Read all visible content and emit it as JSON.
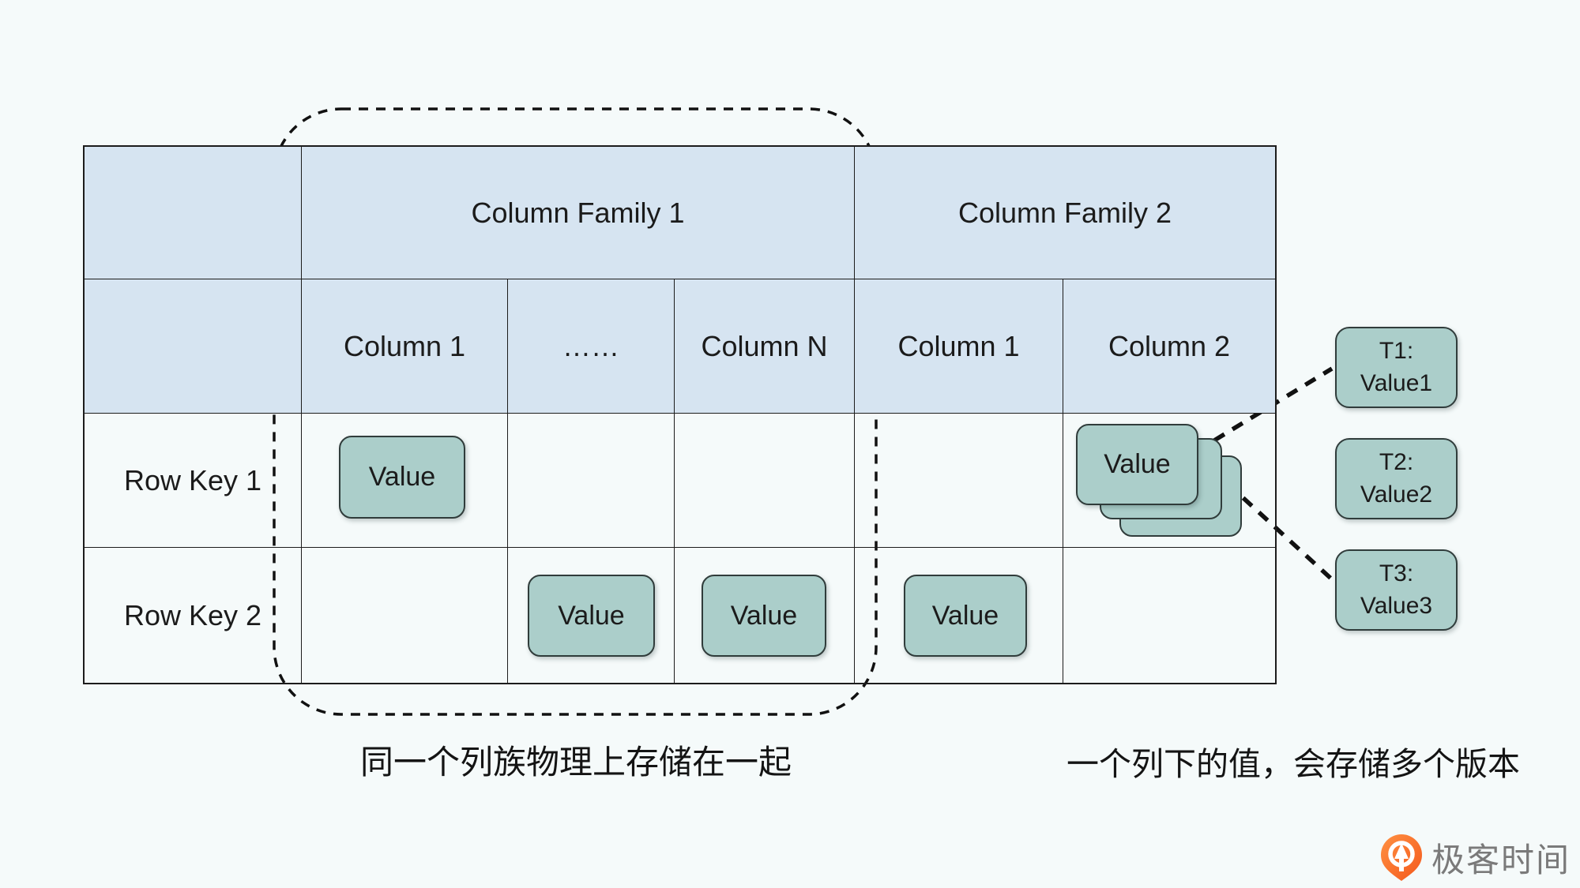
{
  "table": {
    "column_families": [
      {
        "label": "Column Family 1",
        "columns": [
          "Column 1",
          "……",
          "Column N"
        ]
      },
      {
        "label": "Column Family 2",
        "columns": [
          "Column 1",
          "Column 2"
        ]
      }
    ],
    "rows": [
      {
        "label": "Row Key 1"
      },
      {
        "label": "Row Key 2"
      }
    ]
  },
  "value_boxes": [
    "Value",
    "Value",
    "Value",
    "Value",
    "Value"
  ],
  "version_boxes": [
    {
      "time": "T1:",
      "value": "Value1"
    },
    {
      "time": "T2:",
      "value": "Value2"
    },
    {
      "time": "T3:",
      "value": "Value3"
    }
  ],
  "captions": {
    "left": "同一个列族物理上存储在一起",
    "right": "一个列下的值，会存储多个版本"
  },
  "logo": {
    "text": "极客时间"
  },
  "colors": {
    "background": "#f5fafa",
    "header_blue": "#d6e4f1",
    "value_teal": "#abceca",
    "line": "#1c1c1c",
    "logo_orange": "#f4581c",
    "logo_gray": "#7a7a7a"
  }
}
